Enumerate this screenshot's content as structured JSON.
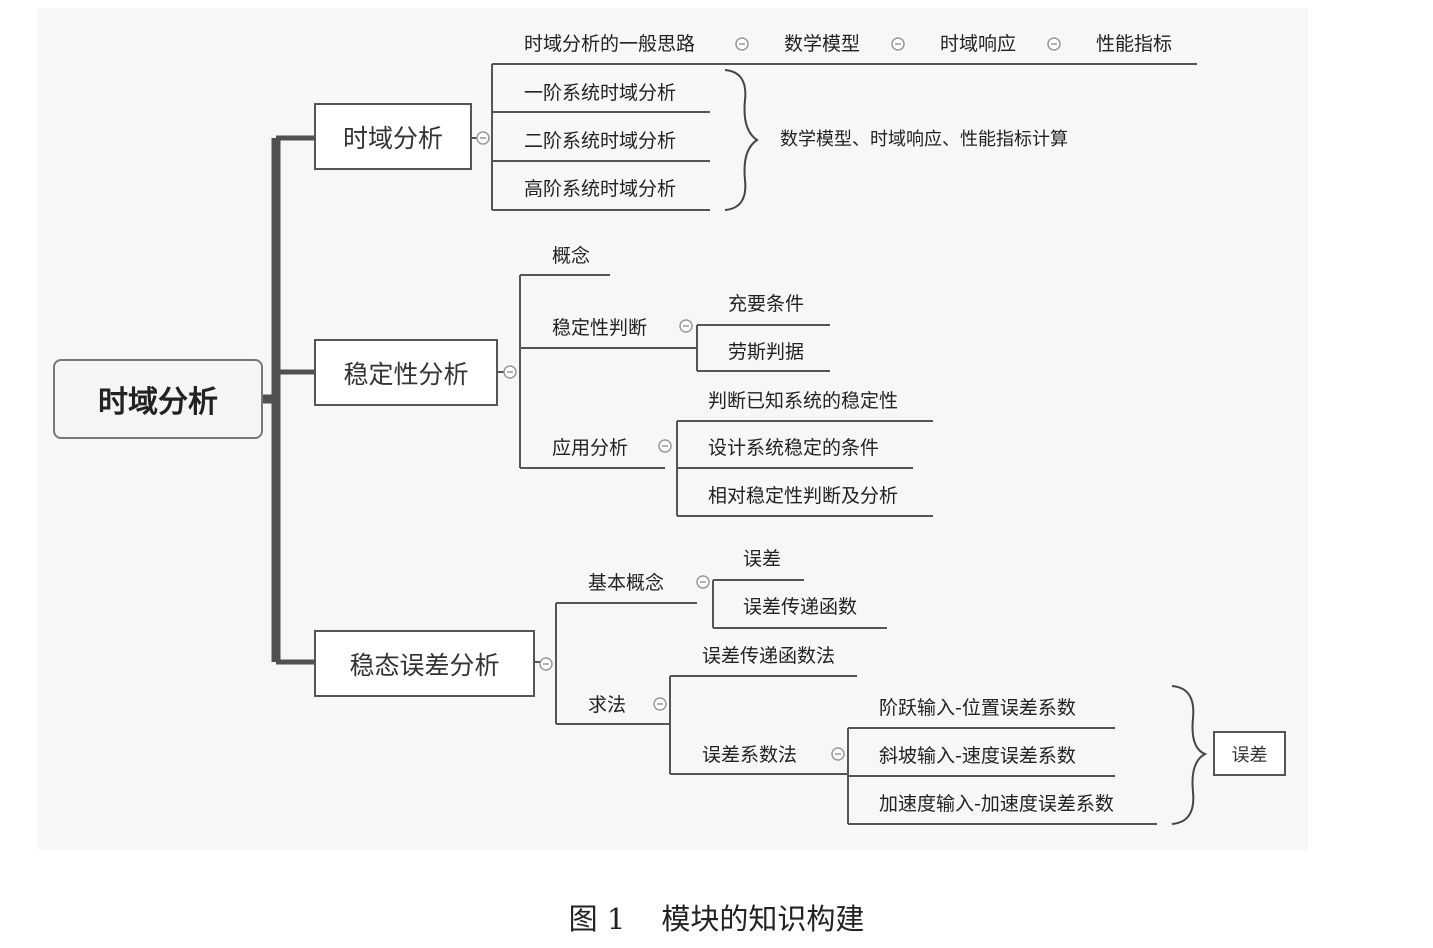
{
  "root": {
    "label": "时域分析"
  },
  "branches": {
    "time_domain": {
      "label": "时域分析",
      "topline": [
        "时域分析的一般思路",
        "数学模型",
        "时域响应",
        "性能指标"
      ],
      "items": [
        "一阶系统时域分析",
        "二阶系统时域分析",
        "高阶系统时域分析"
      ],
      "brace_note": "数学模型、时域响应、性能指标计算"
    },
    "stability": {
      "label": "稳定性分析",
      "concept": "概念",
      "judgement": {
        "label": "稳定性判断",
        "children": [
          "充要条件",
          "劳斯判据"
        ]
      },
      "application": {
        "label": "应用分析",
        "children": [
          "判断已知系统的稳定性",
          "设计系统稳定的条件",
          "相对稳定性判断及分析"
        ]
      }
    },
    "steady_error": {
      "label": "稳态误差分析",
      "basic": {
        "label": "基本概念",
        "children": [
          "误差",
          "误差传递函数"
        ]
      },
      "method": {
        "label": "求法",
        "transfer_fn": "误差传递函数法",
        "coef": {
          "label": "误差系数法",
          "children": [
            "阶跃输入-位置误差系数",
            "斜坡输入-速度误差系数",
            "加速度输入-加速度误差系数"
          ]
        },
        "brace_box": "误差"
      }
    }
  },
  "caption": {
    "figure": "图 1",
    "title": "模块的知识构建"
  }
}
